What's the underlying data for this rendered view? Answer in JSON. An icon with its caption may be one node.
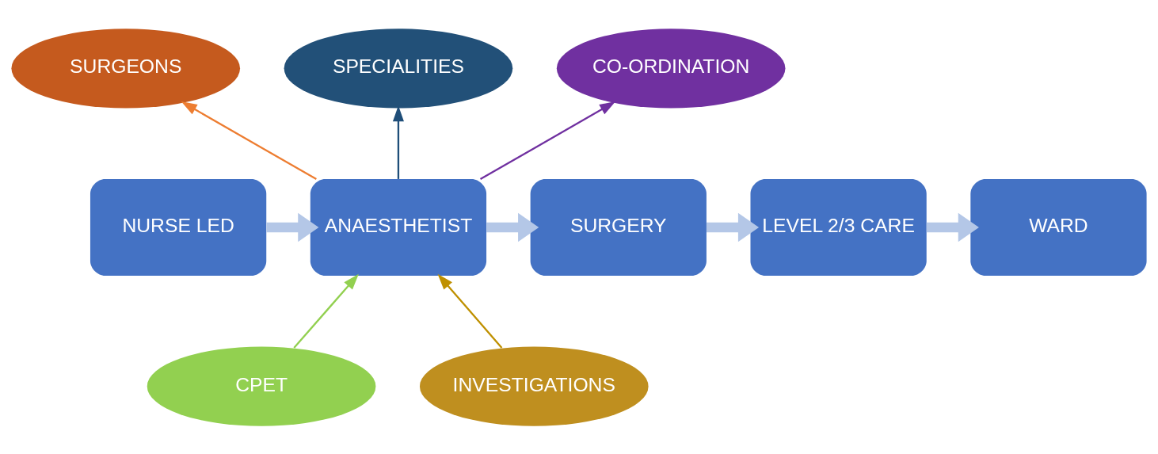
{
  "diagram": {
    "nodes": [
      {
        "text": [
          "SURGEONS"
        ]
      },
      {
        "text": [
          "SPECIALITIES"
        ]
      },
      {
        "text": [
          "CO-ORDINATION"
        ]
      },
      {
        "text": [
          "NURSE LED"
        ]
      },
      {
        "text": [
          "ANAESTHETIST"
        ]
      },
      {
        "text": [
          "SURGERY"
        ]
      },
      {
        "text": [
          "LEVEL 2/3 CARE"
        ]
      },
      {
        "text": [
          "WARD"
        ]
      },
      {
        "text": [
          "CPET"
        ]
      },
      {
        "text": [
          "INVESTIGATIONS"
        ]
      }
    ],
    "edges": [
      {
        "from": 3,
        "to": 4,
        "arrow": "to",
        "style": "thick",
        "color": "#b4c7e7"
      },
      {
        "from": 4,
        "to": 5,
        "arrow": "to",
        "style": "thick",
        "color": "#b4c7e7"
      },
      {
        "from": 5,
        "to": 6,
        "arrow": "to",
        "style": "thick",
        "color": "#b4c7e7"
      },
      {
        "from": 6,
        "to": 7,
        "arrow": "to",
        "style": "thick",
        "color": "#b4c7e7"
      },
      {
        "from": 4,
        "to": 0,
        "arrow": "to",
        "color": "#ed7d31"
      },
      {
        "from": 4,
        "to": 1,
        "arrow": "to",
        "color": "#1f4e79"
      },
      {
        "from": 4,
        "to": 2,
        "arrow": "to",
        "color": "#7030a0"
      },
      {
        "from": 8,
        "to": 4,
        "arrow": "to",
        "color": "#92d050"
      },
      {
        "from": 9,
        "to": 4,
        "arrow": "to",
        "color": "#bf9000"
      }
    ]
  }
}
